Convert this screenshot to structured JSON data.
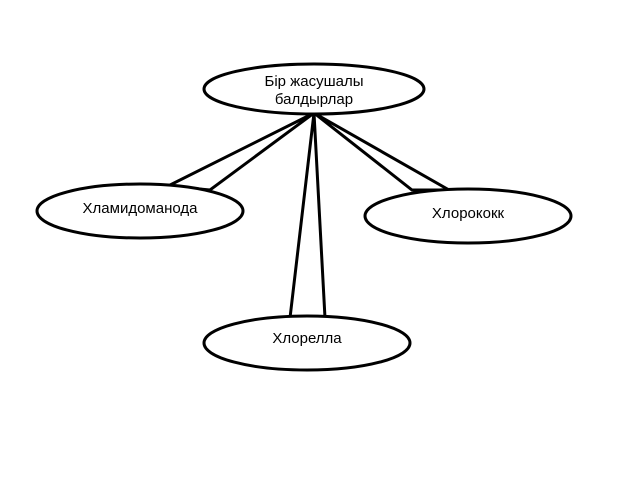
{
  "diagram": {
    "root": {
      "line1": "Бір жасушалы",
      "line2": "балдырлар"
    },
    "children": [
      {
        "label": "Хламидоманода"
      },
      {
        "label": "Хлорококк"
      },
      {
        "label": "Хлорелла"
      }
    ]
  },
  "colors": {
    "stroke": "#000000",
    "fill": "#ffffff"
  }
}
